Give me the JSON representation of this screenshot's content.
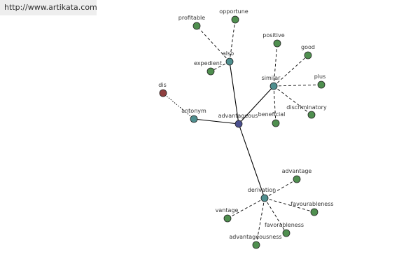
{
  "site_url": "http://www.artikata.com",
  "colors": {
    "center": "#4a4f8f",
    "relation": "#4f8f8f",
    "word": "#4f8f4f",
    "antonym_word": "#8f3f3f",
    "edge": "#000000"
  },
  "graph": {
    "center": "advantageous",
    "relations": [
      {
        "label": "also",
        "words": [
          "profitable",
          "opportune",
          "expedient"
        ]
      },
      {
        "label": "similar",
        "words": [
          "positive",
          "good",
          "plus",
          "discriminatory",
          "beneficial"
        ]
      },
      {
        "label": "antonym",
        "words": [
          "dis"
        ]
      },
      {
        "label": "derivation",
        "words": [
          "advantage",
          "favourableness",
          "favorableness",
          "advantageousness",
          "vantage"
        ]
      }
    ]
  }
}
